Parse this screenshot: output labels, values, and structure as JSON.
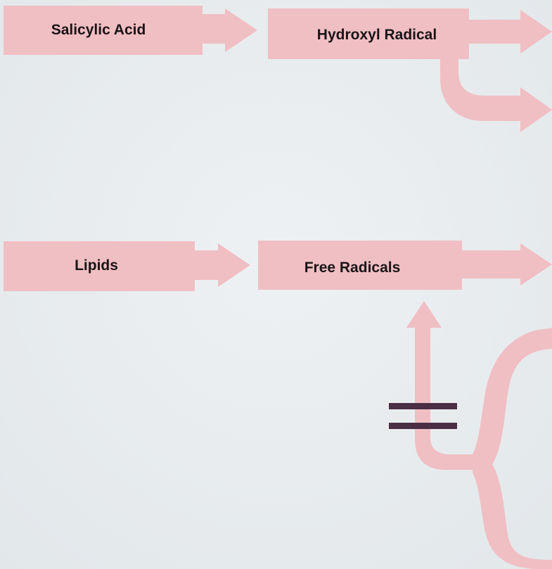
{
  "colors": {
    "background": "#e8ecef",
    "arrow_fill": "#f0bfc3",
    "text": "#1a1416",
    "equals_sign": "#4a2f44"
  },
  "nodes": {
    "salicylic_acid": "Salicylic Acid",
    "hydroxyl_radical": "Hydroxyl Radical",
    "lipids": "Lipids",
    "free_radicals": "Free Radicals"
  },
  "symbols": {
    "equals": "equals-sign"
  }
}
